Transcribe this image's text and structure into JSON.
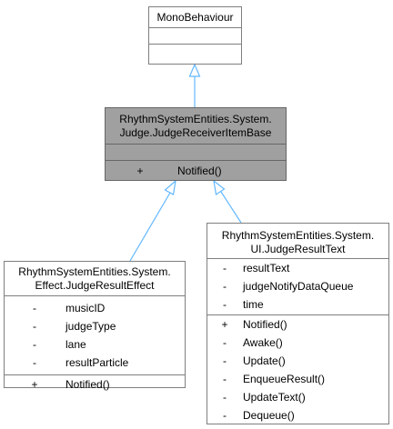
{
  "diagram": {
    "mono": {
      "title_lines": [
        "MonoBehaviour"
      ],
      "attributes": [],
      "methods": []
    },
    "base": {
      "title_lines": [
        "RhythmSystemEntities.System.",
        "Judge.JudgeReceiverItemBase"
      ],
      "attributes": [],
      "methods": [
        {
          "vis": "+",
          "name": "Notified()"
        }
      ]
    },
    "effect": {
      "title_lines": [
        "RhythmSystemEntities.System.",
        "Effect.JudgeResultEffect"
      ],
      "attributes": [
        {
          "vis": "-",
          "name": "musicID"
        },
        {
          "vis": "-",
          "name": "judgeType"
        },
        {
          "vis": "-",
          "name": "lane"
        },
        {
          "vis": "-",
          "name": "resultParticle"
        }
      ],
      "methods": [
        {
          "vis": "+",
          "name": "Notified()"
        }
      ]
    },
    "text": {
      "title_lines": [
        "RhythmSystemEntities.System.",
        "UI.JudgeResultText"
      ],
      "attributes": [
        {
          "vis": "-",
          "name": "resultText"
        },
        {
          "vis": "-",
          "name": "judgeNotifyDataQueue"
        },
        {
          "vis": "-",
          "name": "time"
        }
      ],
      "methods": [
        {
          "vis": "+",
          "name": "Notified()"
        },
        {
          "vis": "-",
          "name": "Awake()"
        },
        {
          "vis": "-",
          "name": "Update()"
        },
        {
          "vis": "-",
          "name": "EnqueueResult()"
        },
        {
          "vis": "-",
          "name": "UpdateText()"
        },
        {
          "vis": "-",
          "name": "Dequeue()"
        }
      ]
    }
  },
  "colors": {
    "edge": "#63b8ff",
    "border": "#7f7f7f",
    "highlight": "#a0a0a0"
  }
}
